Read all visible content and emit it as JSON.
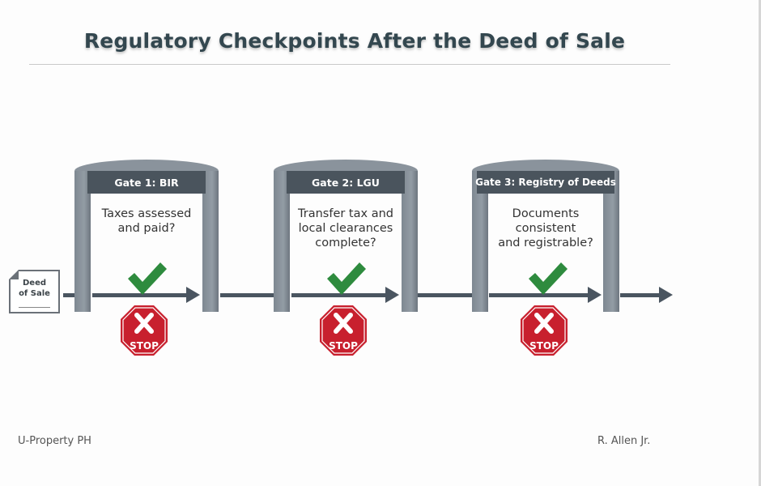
{
  "title": "Regulatory Checkpoints After the Deed of Sale",
  "start_document": {
    "label_line1": "Deed",
    "label_line2": "of Sale",
    "icon": "document-icon"
  },
  "gates": [
    {
      "label": "Gate 1: BIR",
      "question_lines": [
        "Taxes assessed",
        "and paid?"
      ],
      "pass_icon": "green-checkmark-icon",
      "fail_icon": "stop-sign-icon",
      "fail_label": "STOP"
    },
    {
      "label": "Gate 2: LGU",
      "question_lines": [
        "Transfer tax and",
        "local clearances",
        "complete?"
      ],
      "pass_icon": "green-checkmark-icon",
      "fail_icon": "stop-sign-icon",
      "fail_label": "STOP"
    },
    {
      "label": "Gate 3: Registry of Deeds",
      "question_lines": [
        "Documents",
        "consistent",
        "and registrable?"
      ],
      "pass_icon": "green-checkmark-icon",
      "fail_icon": "stop-sign-icon",
      "fail_label": "STOP"
    }
  ],
  "footer": {
    "left": "U-Property PH",
    "right": "R. Allen Jr."
  },
  "colors": {
    "title": "#33474f",
    "flow": "#4a5560",
    "gate_frame": "#8a939c",
    "gate_sign": "#4a545d",
    "check": "#2e8b3e",
    "stop": "#c8202e"
  }
}
